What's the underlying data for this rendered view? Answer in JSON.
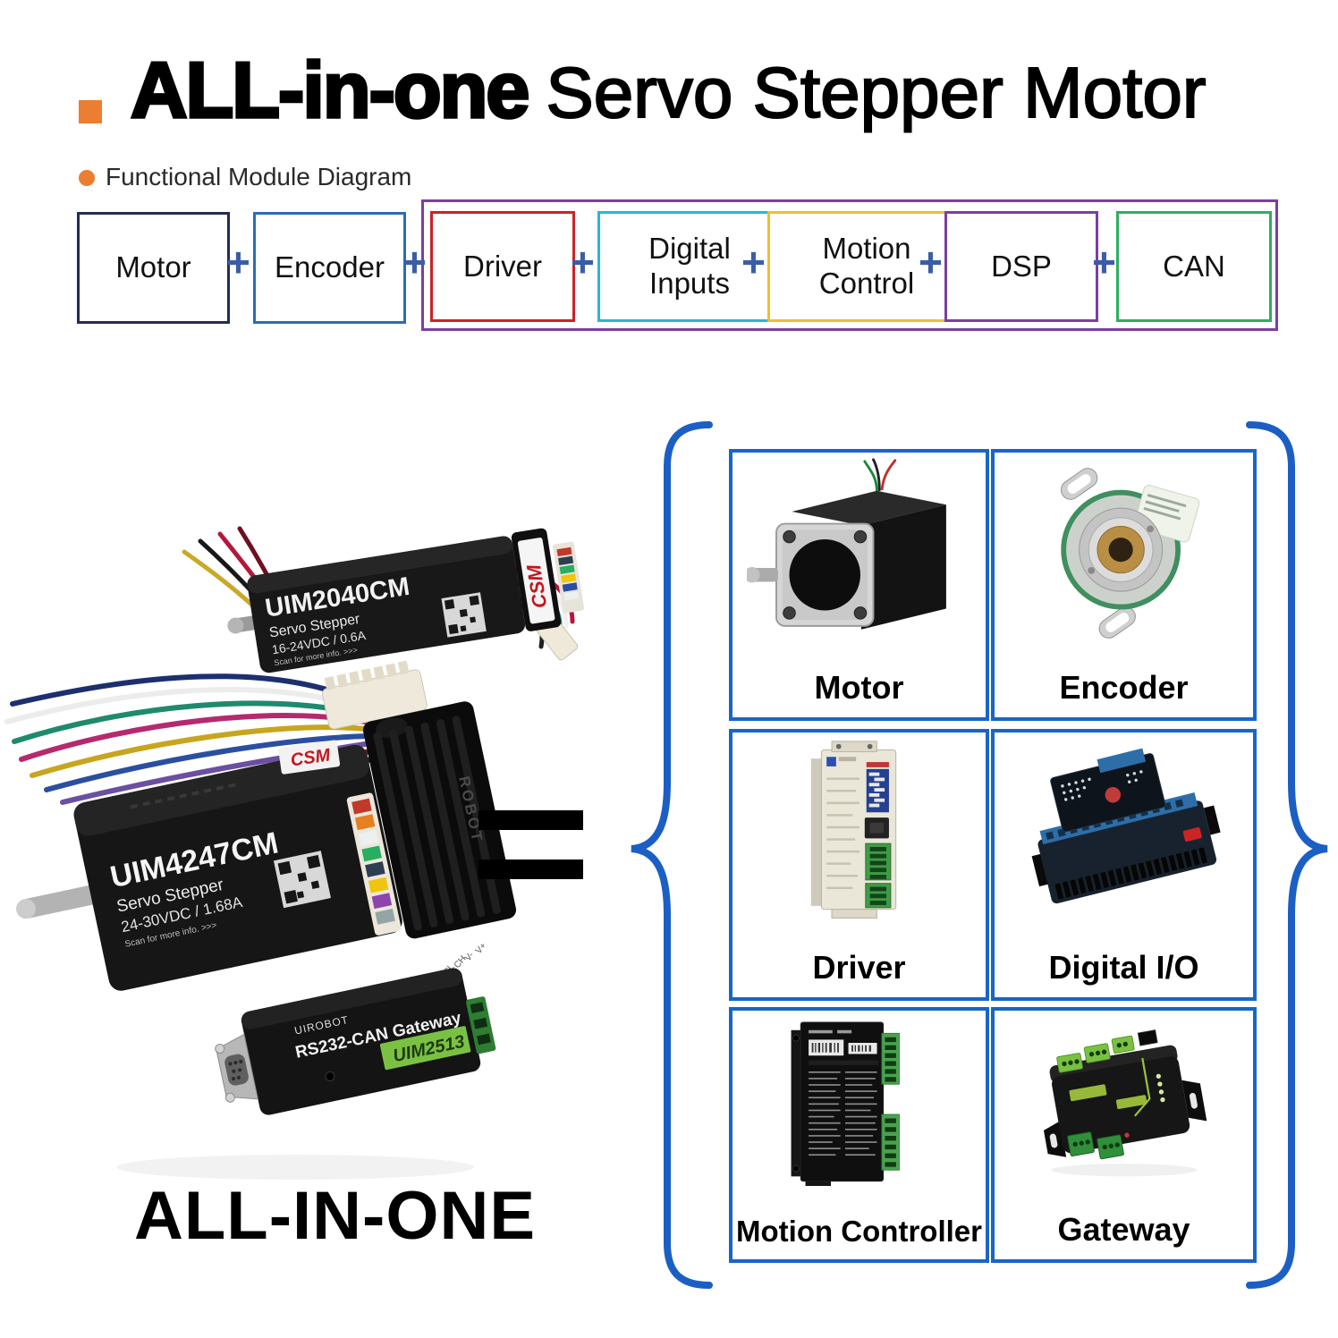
{
  "accent_orange": "#ED7D31",
  "brand_red": "#c4161c",
  "title": {
    "main": "ALL-in-one",
    "sub": "Servo Stepper Motor"
  },
  "section_label": "Functional Module Diagram",
  "flow": {
    "plus": "+",
    "plus_color": "#3a5da8",
    "group_border_color": "#7b3fa0",
    "modules": [
      {
        "label": "Motor",
        "color": "#232d52"
      },
      {
        "label": "Encoder",
        "color": "#2a6db5"
      },
      {
        "label": "Driver",
        "color": "#cc2229"
      },
      {
        "label": "Digital Inputs",
        "color": "#29b7d3"
      },
      {
        "label": "Motion Control",
        "color": "#e8c22e"
      },
      {
        "label": "DSP",
        "color": "#7b3fa0"
      },
      {
        "label": "CAN",
        "color": "#2eaf5e"
      }
    ]
  },
  "products": {
    "small_module": {
      "model": "UIM2040CM",
      "type": "Servo Stepper",
      "spec": "16-24VDC / 0.6A",
      "note": "Scan for more info. >>>",
      "brand": "CSM"
    },
    "main_motor": {
      "model": "UIM4247CM",
      "type": "Servo Stepper",
      "spec": "24-30VDC / 1.68A",
      "note": "Scan for more info. >>>",
      "brand": "CSM",
      "housing_text": "ROBOT"
    },
    "gateway": {
      "brand": "UIROBOT",
      "label": "RS232-CAN Gateway",
      "model_badge": "UIM2513",
      "badge_color": "#7ac143",
      "pins": [
        "CL",
        "CH",
        "V-",
        "V+"
      ]
    }
  },
  "equals_symbol": "=",
  "caption": "ALL-IN-ONE",
  "panel": {
    "border_color": "#1766c8",
    "brace_color": "#1b5fc4",
    "cells": [
      {
        "label": "Motor"
      },
      {
        "label": "Encoder"
      },
      {
        "label": "Driver"
      },
      {
        "label": "Digital I/O"
      },
      {
        "label": "Motion Controller"
      },
      {
        "label": "Gateway"
      }
    ]
  }
}
